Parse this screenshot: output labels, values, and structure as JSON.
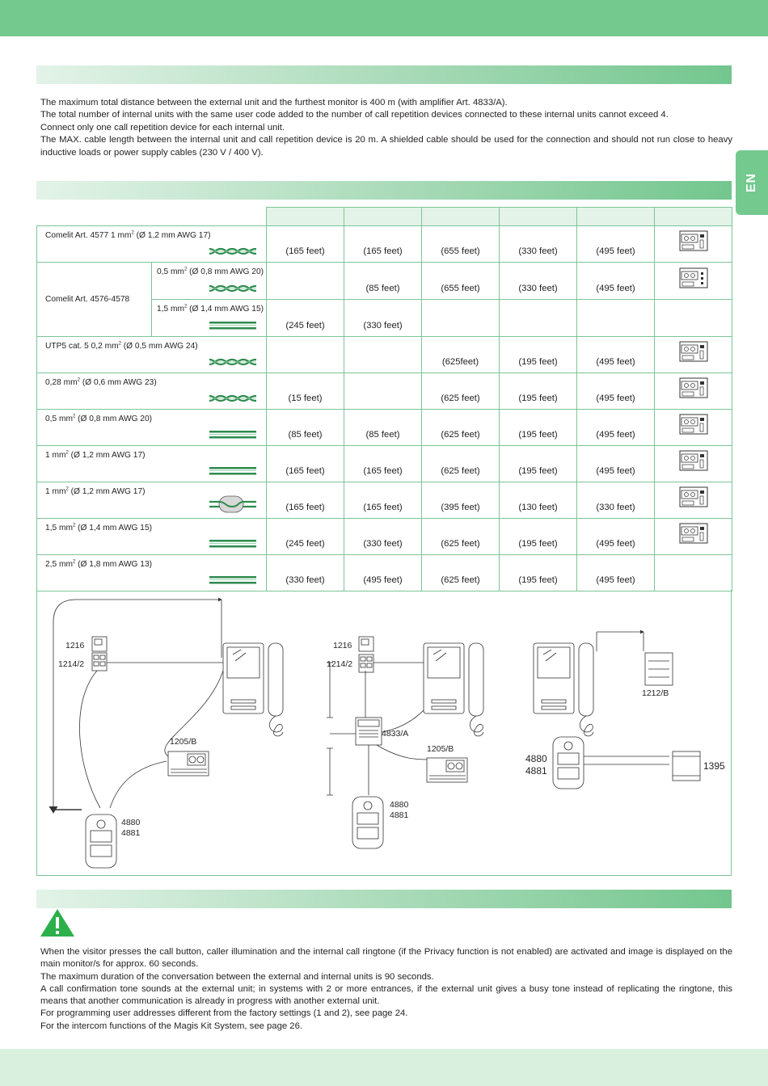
{
  "side_tab": {
    "label": "EN"
  },
  "intro": {
    "lines": [
      "The maximum total distance between the external unit and the furthest monitor is 400 m (with amplifier Art. 4833/A).",
      "The total number of internal units with the same user code added to the number of call repetition devices connected to these internal units cannot exceed 4.",
      "Connect only one call repetition device for each internal unit.",
      "The MAX. cable length between the internal unit and call repetition device is 20 m. A shielded cable should be used for the connection and should not run close to heavy inductive loads or power supply cables (230 V / 400 V)."
    ]
  },
  "cable_table": {
    "rows": [
      {
        "cable": "Comelit Art. 4577 1 mm² (Ø 1,2 mm AWG 17)",
        "type": "twisted",
        "values": [
          "(165 feet)",
          "(165 feet)",
          "(655 feet)",
          "(330 feet)",
          "(495 feet)"
        ],
        "icon": true
      },
      {
        "cable": "Comelit Art. 4576-4578",
        "sub": "0,5 mm² (Ø 0,8 mm AWG 20)",
        "type": "twisted",
        "values": [
          "",
          "(85 feet)",
          "(655 feet)",
          "(330 feet)",
          "(495 feet)"
        ],
        "icon": true
      },
      {
        "sub": "1,5 mm² (Ø 1,4 mm AWG 15)",
        "type": "parallel",
        "values": [
          "(245 feet)",
          "(330 feet)",
          "",
          "",
          ""
        ],
        "icon": false
      },
      {
        "cable": "UTP5 cat. 5 0,2 mm² (Ø 0,5 mm AWG 24)",
        "type": "twisted",
        "values": [
          "",
          "",
          "(625feet)",
          "(195 feet)",
          "(495 feet)"
        ],
        "icon": true
      },
      {
        "cable": "0,28 mm² (Ø 0,6 mm AWG 23)",
        "type": "twisted",
        "values": [
          "(15 feet)",
          "",
          "(625 feet)",
          "(195 feet)",
          "(495 feet)"
        ],
        "icon": true
      },
      {
        "cable": "0,5 mm² (Ø 0,8 mm AWG 20)",
        "type": "parallel",
        "values": [
          "(85 feet)",
          "(85 feet)",
          "(625 feet)",
          "(195 feet)",
          "(495 feet)"
        ],
        "icon": true
      },
      {
        "cable": "1 mm² (Ø 1,2 mm AWG 17)",
        "type": "parallel",
        "values": [
          "(165 feet)",
          "(165 feet)",
          "(625 feet)",
          "(195 feet)",
          "(495 feet)"
        ],
        "icon": true
      },
      {
        "cable": "1 mm² (Ø 1,2 mm AWG 17)",
        "type": "shielded",
        "values": [
          "(165 feet)",
          "(165 feet)",
          "(395 feet)",
          "(130 feet)",
          "(330 feet)"
        ],
        "icon": true
      },
      {
        "cable": "1,5 mm² (Ø 1,4 mm AWG 15)",
        "type": "parallel",
        "values": [
          "(245 feet)",
          "(330 feet)",
          "(625 feet)",
          "(195 feet)",
          "(495 feet)"
        ],
        "icon": true
      },
      {
        "cable": "2,5 mm² (Ø 1,8 mm AWG 13)",
        "type": "parallel",
        "values": [
          "(330 feet)",
          "(495 feet)",
          "(625 feet)",
          "(195 feet)",
          "(495 feet)"
        ],
        "icon": false
      }
    ]
  },
  "diagram": {
    "d1": {
      "a": "1216",
      "b": "1214/2",
      "c": "1205/B",
      "d": "4880\n4881"
    },
    "d2": {
      "a": "1216",
      "b": "1214/2",
      "c": "4833/A",
      "d": "1205/B",
      "e": "4880\n4881"
    },
    "d3": {
      "a": "1212/B",
      "b": "4880\n4881",
      "c": "1395"
    }
  },
  "notes": {
    "lines": [
      "When the visitor presses the call button, caller illumination and the internal call ringtone (if the Privacy function is not enabled) are activated and image is displayed on the main monitor/s for approx. 60 seconds.",
      "The maximum duration of the conversation between the external and internal units is 90 seconds.",
      "A call confirmation tone sounds at the external unit; in systems with 2 or more entrances, if the external unit gives a busy tone instead of replicating the ringtone, this means that another communication is already in progress with another external unit.",
      "For programming user addresses different from the factory settings (1 and 2), see page 24.",
      "For the intercom functions of the Magis Kit System, see page 26."
    ]
  },
  "colors": {
    "accent": "#73c98e",
    "line": "#7cc596",
    "cable_green": "#2e8b4f"
  }
}
